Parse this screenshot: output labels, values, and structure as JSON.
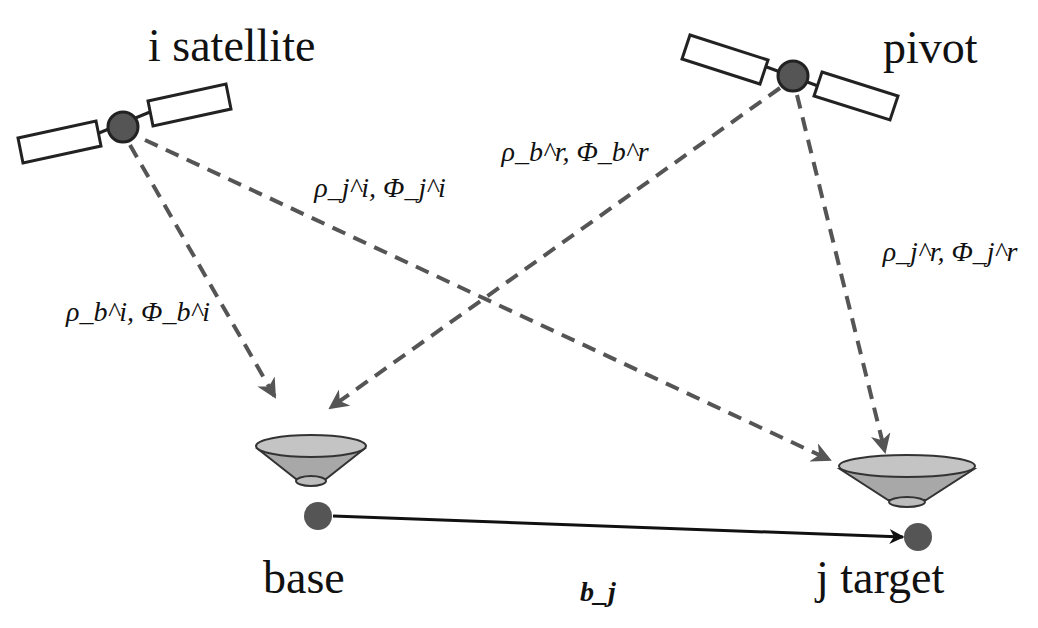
{
  "diagram": {
    "nodes": [
      {
        "text": [
          "i satellite"
        ]
      },
      {
        "text": [
          "pivot"
        ]
      },
      {
        "text": [
          "base"
        ]
      },
      {
        "text": [
          "j target"
        ]
      }
    ],
    "edges": [
      {
        "from": 0,
        "to": 2,
        "label": "ρ_b^i, Φ_b^i",
        "arrow": "to"
      },
      {
        "from": 0,
        "to": 3,
        "label": "ρ_j^i, Φ_j^i",
        "arrow": "to"
      },
      {
        "from": 1,
        "to": 2,
        "label": "ρ_b^r, Φ_b^r",
        "arrow": "to"
      },
      {
        "from": 1,
        "to": 3,
        "label": "ρ_j^r, Φ_j^r",
        "arrow": "to"
      },
      {
        "from": 2,
        "to": 3,
        "label": "b_j",
        "arrow": "to"
      }
    ]
  }
}
